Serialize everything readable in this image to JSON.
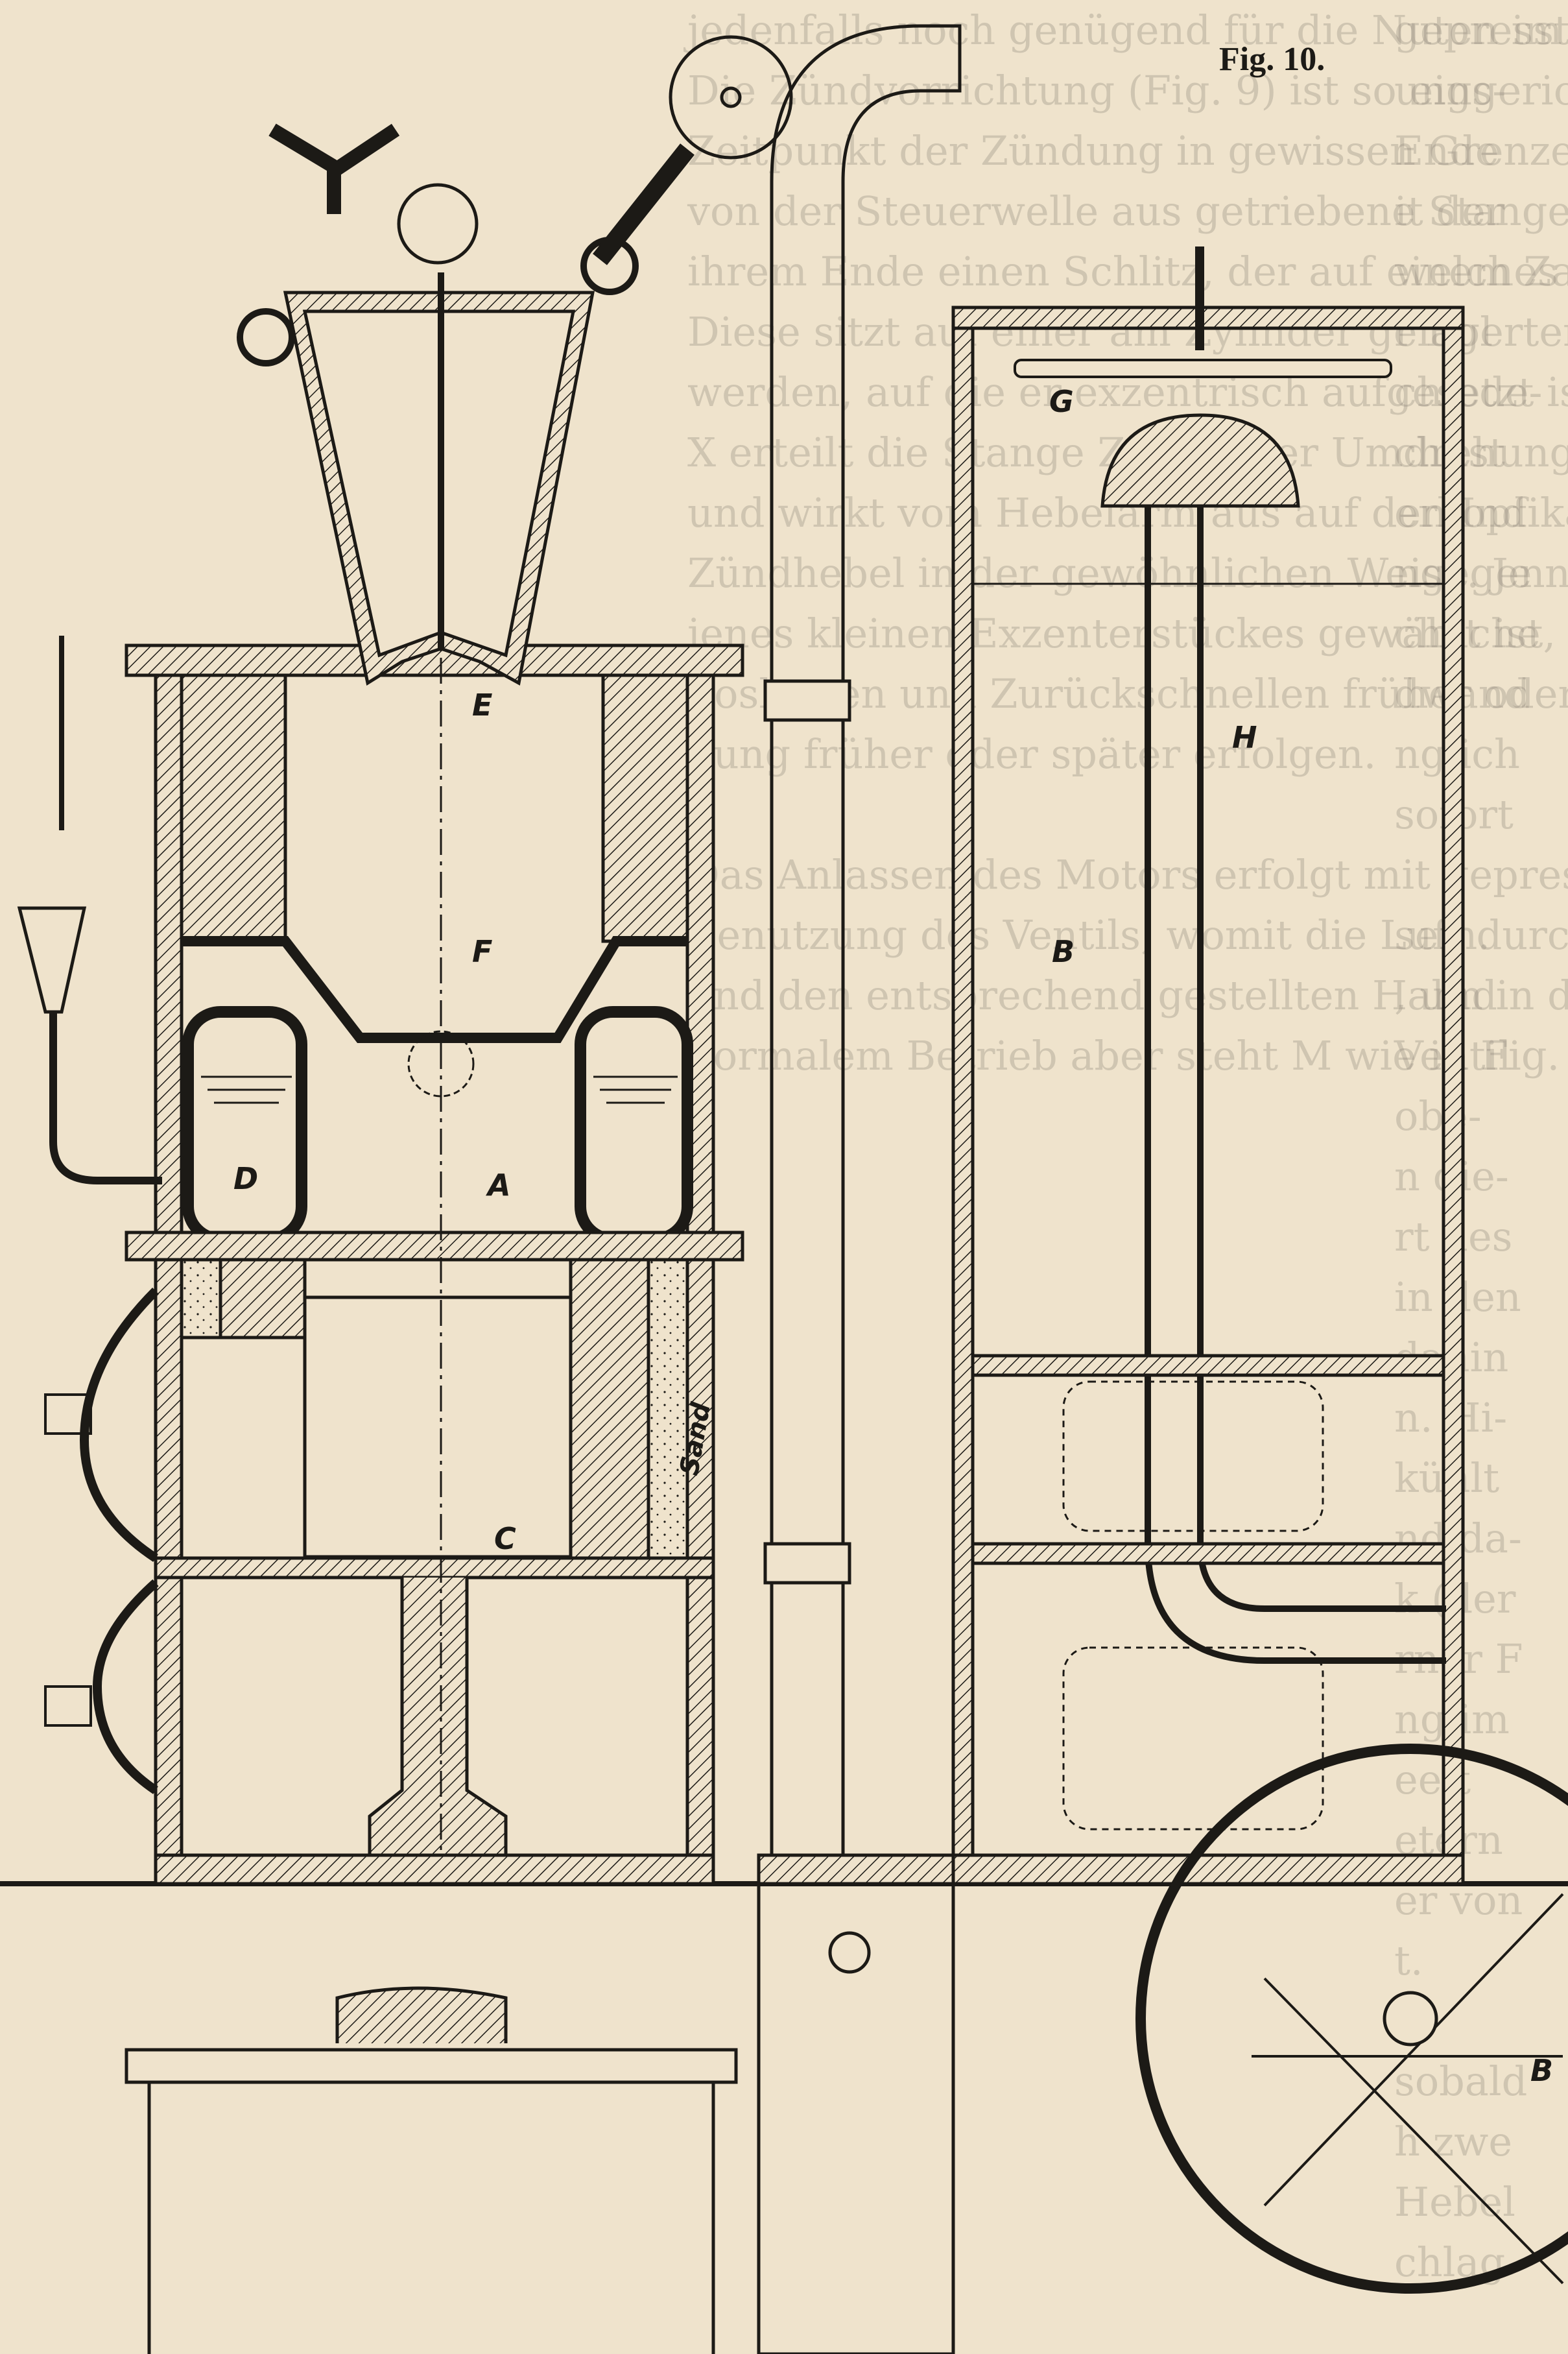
{
  "figure": {
    "caption": "Fig. 10.",
    "labels": {
      "hopper": "E",
      "chamber_f": "F",
      "cylinder": "A",
      "water_jacket": "D",
      "piston_chamber": "C",
      "sprinkler": "G",
      "pipe": "H",
      "tank": "B",
      "tank_lower": "B",
      "sand": "Sand"
    }
  },
  "show_through_text": {
    "left_column": [
      "jedenfalls noch genügend für die Nuten im Kolben übrig bleibt.",
      "Die Zündvorrichtung (Fig. 9) ist so eingerichtet, dass der",
      "Zeitpunkt der Zündung in gewissen Grenzen einstellbar ist. Die",
      "von der Steuerwelle aus getriebene Stange Z trägt nämlich an",
      "ihrem Ende einen Schlitz, der auf einem Zapfen Y gleitet.",
      "Diese sitzt auf einer am Zylinder gelagerten Welle gedreht",
      "werden, auf die er exzentrisch aufgesetzt ist. Der Stange",
      "X erteilt die Stange Z bei jeder Umdrehung einen Antrieb",
      "und wirkt vom Hebelarm aus auf den Indikator und den eigentlichen",
      "Zündhebel in der gewöhnlichen Weise. Je nach dem die Stellung",
      "jenes kleinen Exzenterstückes gewählt ist, wird natürlich das",
      "Loslassen und Zurückschnellen früher oder später, die Zün-",
      "dung früher oder später erfolgen.",
      "",
      "Das Anlassen des Motors erfolgt mit gepresster Luft unter",
      "Benutzung des Ventils, womit die Luft durch Ventil L",
      "und den entsprechend gestellten Hahn in den Zylinder tritt. Bei",
      "normalem Betrieb aber steht M wie in Fig. 9 gezeichnet; dann"
    ],
    "right_column": [
      "gepresste",
      "ungs-",
      "Ende",
      "it der",
      "welches",
      "r Bol",
      "chiede-",
      "ch ist",
      "erkopf",
      "ngegen",
      "chliche",
      "dwand",
      "nglich",
      "sofort",
      "",
      "sein.",
      ", und",
      "Ventil",
      "obe-",
      "n die-",
      "rt des",
      "in den",
      "dahin",
      "n. Hi-",
      "kühlt",
      "nd da-",
      "k (der",
      "rner F",
      "ng im",
      "eeit",
      "etern",
      "er von",
      "t.",
      "",
      "sobald",
      "h zwe",
      "Hebel",
      "chlag"
    ]
  },
  "colors": {
    "paper": "#efe3cc",
    "ink": "#1c1a16"
  }
}
